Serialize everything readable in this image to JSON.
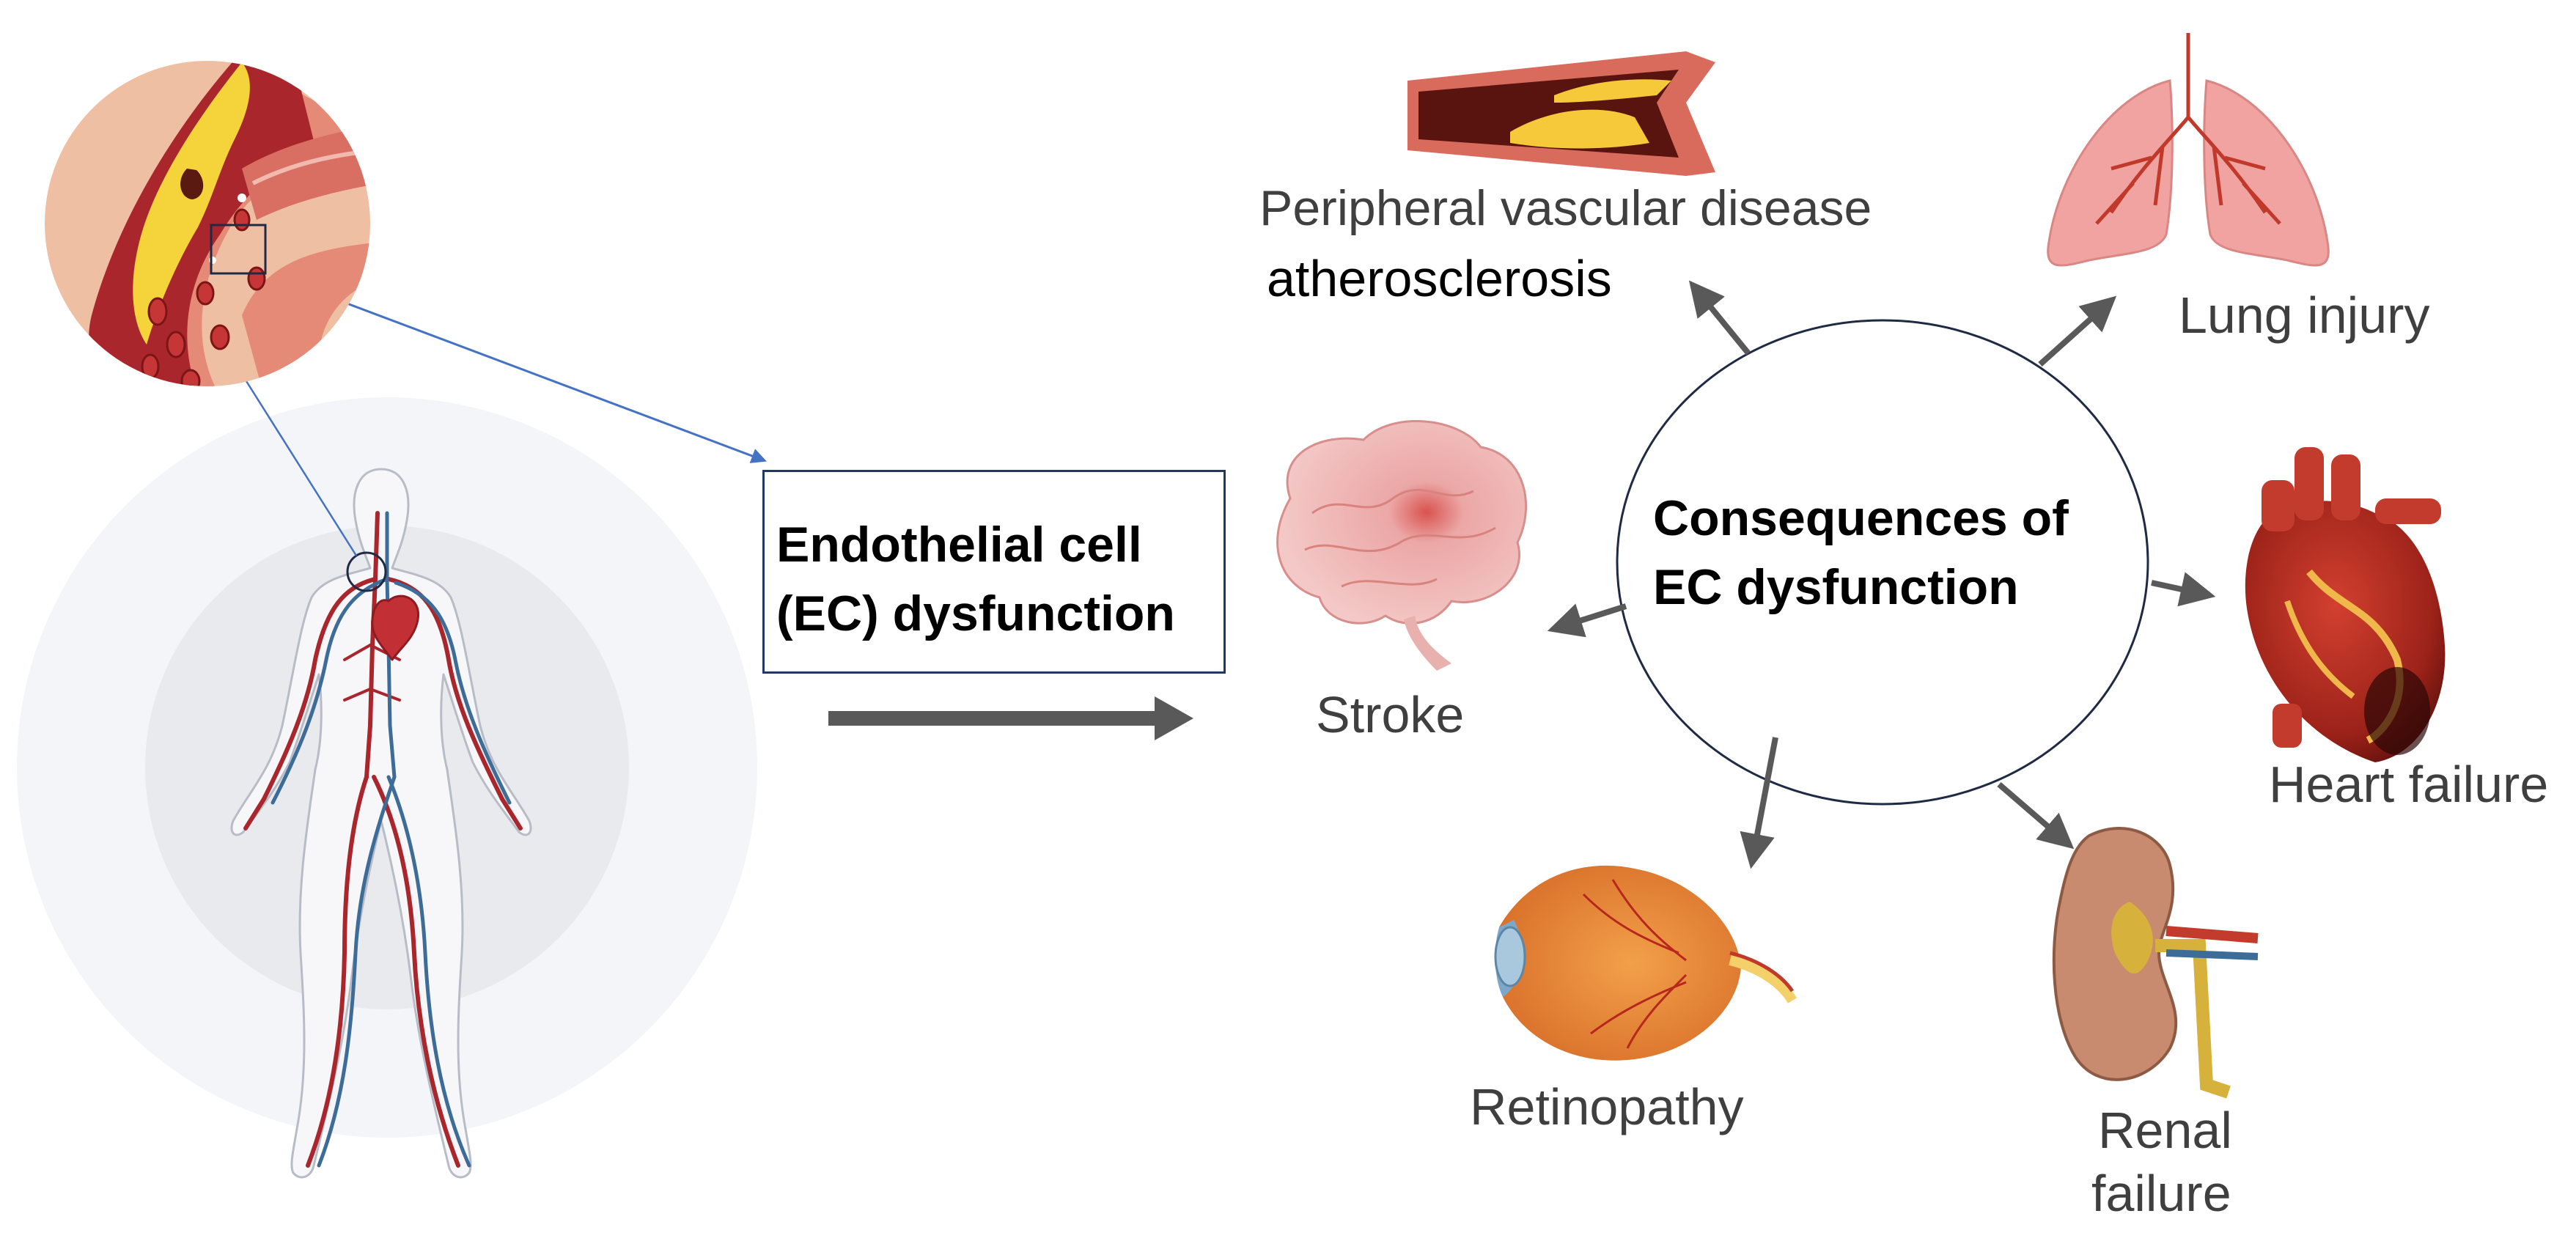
{
  "ec_box": {
    "line1": "Endothelial cell",
    "line2": "(EC) dysfunction"
  },
  "consequences": {
    "line1": "Consequences of",
    "line2": "EC dysfunction"
  },
  "outcomes": {
    "peripheral": "Peripheral vascular disease",
    "atherosclerosis": "atherosclerosis",
    "lung": "Lung injury",
    "stroke": "Stroke",
    "heart": "Heart failure",
    "retinopathy": "Retinopathy",
    "renal_line1": "Renal",
    "renal_line2": "failure"
  },
  "colors": {
    "box_border": "#1f3864",
    "arrow": "#595959",
    "vessel_red": "#a8262c",
    "plaque_yellow": "#f5d33a",
    "vein_blue": "#3d6c99",
    "leader_blue": "#4472c4"
  }
}
